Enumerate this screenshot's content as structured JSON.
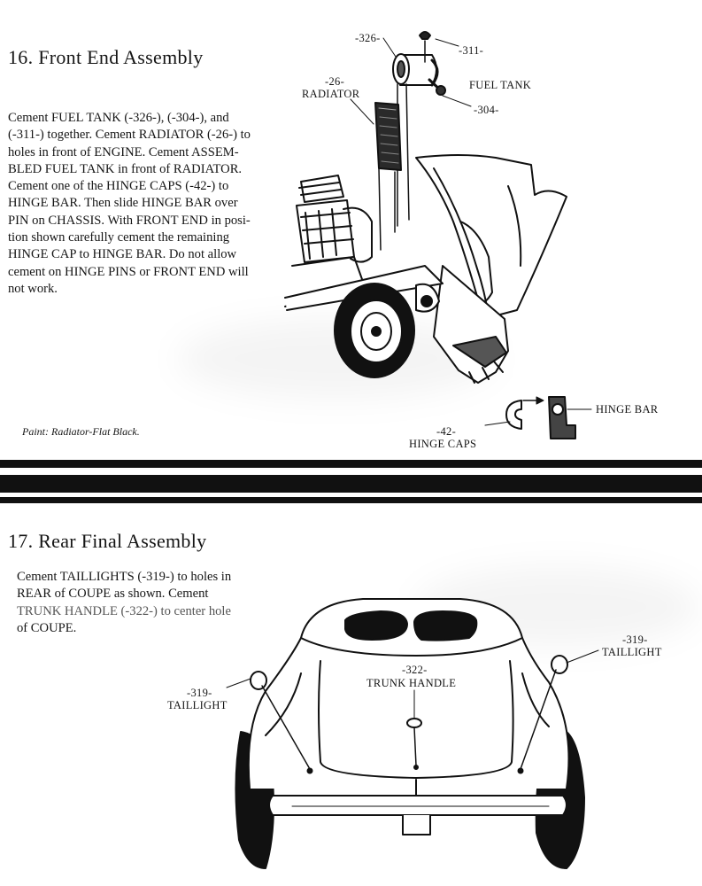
{
  "step16": {
    "title": "16. Front End Assembly",
    "lines": [
      "Cement FUEL TANK (-326-), (-304-), and",
      "(-311-) together. Cement RADIATOR (-26-) to",
      "holes in front of ENGINE. Cement ASSEM-",
      "BLED FUEL TANK in front of RADIATOR.",
      "Cement one of the HINGE CAPS (-42-) to",
      "HINGE BAR. Then slide HINGE BAR over",
      "PIN on CHASSIS. With FRONT END in posi-",
      "tion shown carefully cement the remaining",
      "HINGE CAP to HINGE BAR. Do not allow",
      "cement on HINGE PINS or FRONT END will",
      "not work."
    ],
    "paint_note": "Paint: Radiator-Flat Black.",
    "callouts": {
      "part_326": "-326-",
      "part_311": "-311-",
      "part_26": "-26-",
      "radiator": "RADIATOR",
      "fuel_tank": "FUEL TANK",
      "part_304": "-304-",
      "hinge_bar": "HINGE BAR",
      "part_42": "-42-",
      "hinge_caps": "HINGE CAPS"
    }
  },
  "step17": {
    "title": "17. Rear Final Assembly",
    "lines": [
      "Cement TAILLIGHTS (-319-) to holes in",
      "REAR of COUPE as shown. Cement",
      "TRUNK HANDLE (-322-) to center hole",
      "of COUPE."
    ],
    "callouts": {
      "part_319_right": "-319-",
      "taillight_right": "TAILLIGHT",
      "part_322": "-322-",
      "trunk_handle": "TRUNK HANDLE",
      "part_319_left": "-319-",
      "taillight_left": "TAILLIGHT"
    }
  }
}
